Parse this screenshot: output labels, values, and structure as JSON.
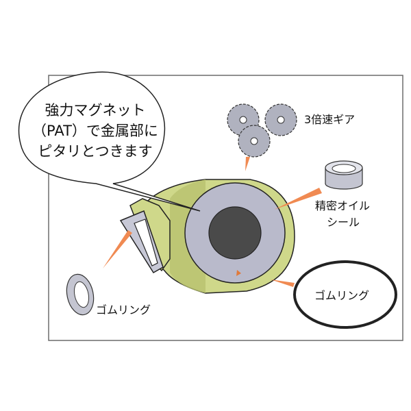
{
  "callout": {
    "lines": [
      "強力マグネット",
      "（PAT）で金属部に",
      "ピタリとつきます"
    ]
  },
  "labels": {
    "gear": "3倍速ギア",
    "oil_seal_line1": "精密オイル",
    "oil_seal_line2": "シール",
    "rubber_ring_left": "ゴムリング",
    "rubber_ring_right": "ゴムリング"
  },
  "colors": {
    "housing": "#cfd88a",
    "reel_face": "#b9bacb",
    "magnet_core": "#4a4a4a",
    "leader_line": "#f08a52",
    "frame": "#6b6b6b"
  }
}
